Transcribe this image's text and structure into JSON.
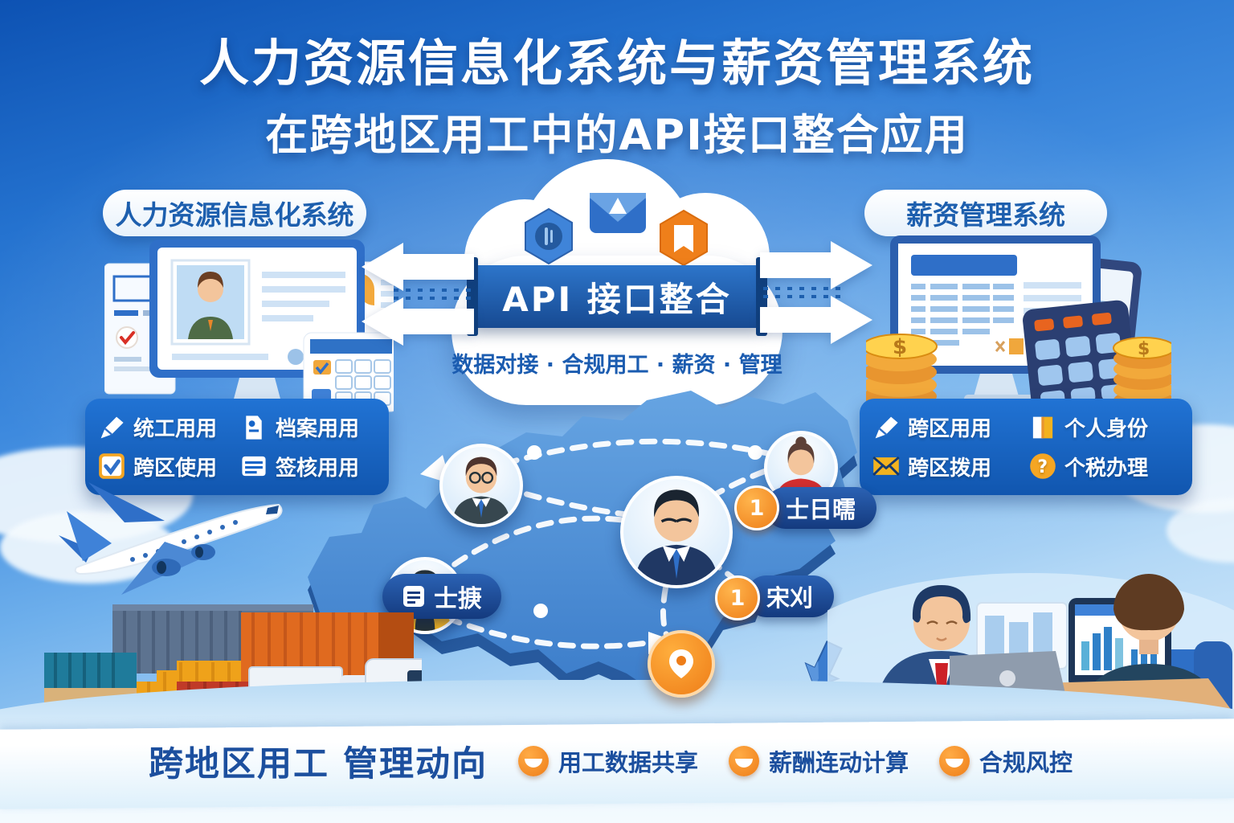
{
  "colors": {
    "sky_top": "#0D52B3",
    "sky_mid": "#5FA3E6",
    "sky_light": "#E8F4FD",
    "primary_blue": "#1B5CB0",
    "panel_blue": "#1765C8",
    "banner_blue": "#17498F",
    "map_blue": "#4A90D9",
    "accent_orange": "#EF7F1A",
    "coin_gold": "#F2A93B",
    "white": "#FFFFFF"
  },
  "title": {
    "line1": "人力资源信息化系统与薪资管理系统",
    "line2": "在跨地区用工中的API接口整合应用"
  },
  "hr_system": {
    "label": "人力资源信息化系统",
    "features": [
      {
        "icon": "pen-icon",
        "label": "统工用用"
      },
      {
        "icon": "file-icon",
        "label": "档案用用"
      },
      {
        "icon": "checkbox-icon",
        "label": "跨区使用"
      },
      {
        "icon": "calendar-icon",
        "label": "签核用用"
      }
    ]
  },
  "payroll_system": {
    "label": "薪资管理系统",
    "features": [
      {
        "icon": "pen-icon",
        "label": "跨区用用"
      },
      {
        "icon": "book-icon",
        "label": "个人身份"
      },
      {
        "icon": "mail-icon",
        "label": "跨区拨用"
      },
      {
        "icon": "question-icon",
        "label": "个税办理"
      }
    ]
  },
  "api_hub": {
    "banner": "API 接口整合",
    "caption": "数据对接 · 合规用工 · 薪资 · 管理",
    "icons": [
      "database-hexagon-icon",
      "mail-envelope-icon",
      "document-hexagon-icon"
    ]
  },
  "map": {
    "badges": [
      {
        "icon": "flag-icon",
        "label": "士掶"
      },
      {
        "number": "1",
        "label": "士日曘"
      },
      {
        "number": "1",
        "label": "宋刈"
      }
    ],
    "markers": [
      "location-pin-icon"
    ]
  },
  "footer": {
    "heading": "跨地区用工 管理动向",
    "bullets": [
      "用工数据共享",
      "薪酬连动计算",
      "合规风控"
    ]
  },
  "misc": {
    "currency": "$",
    "question": "?"
  }
}
